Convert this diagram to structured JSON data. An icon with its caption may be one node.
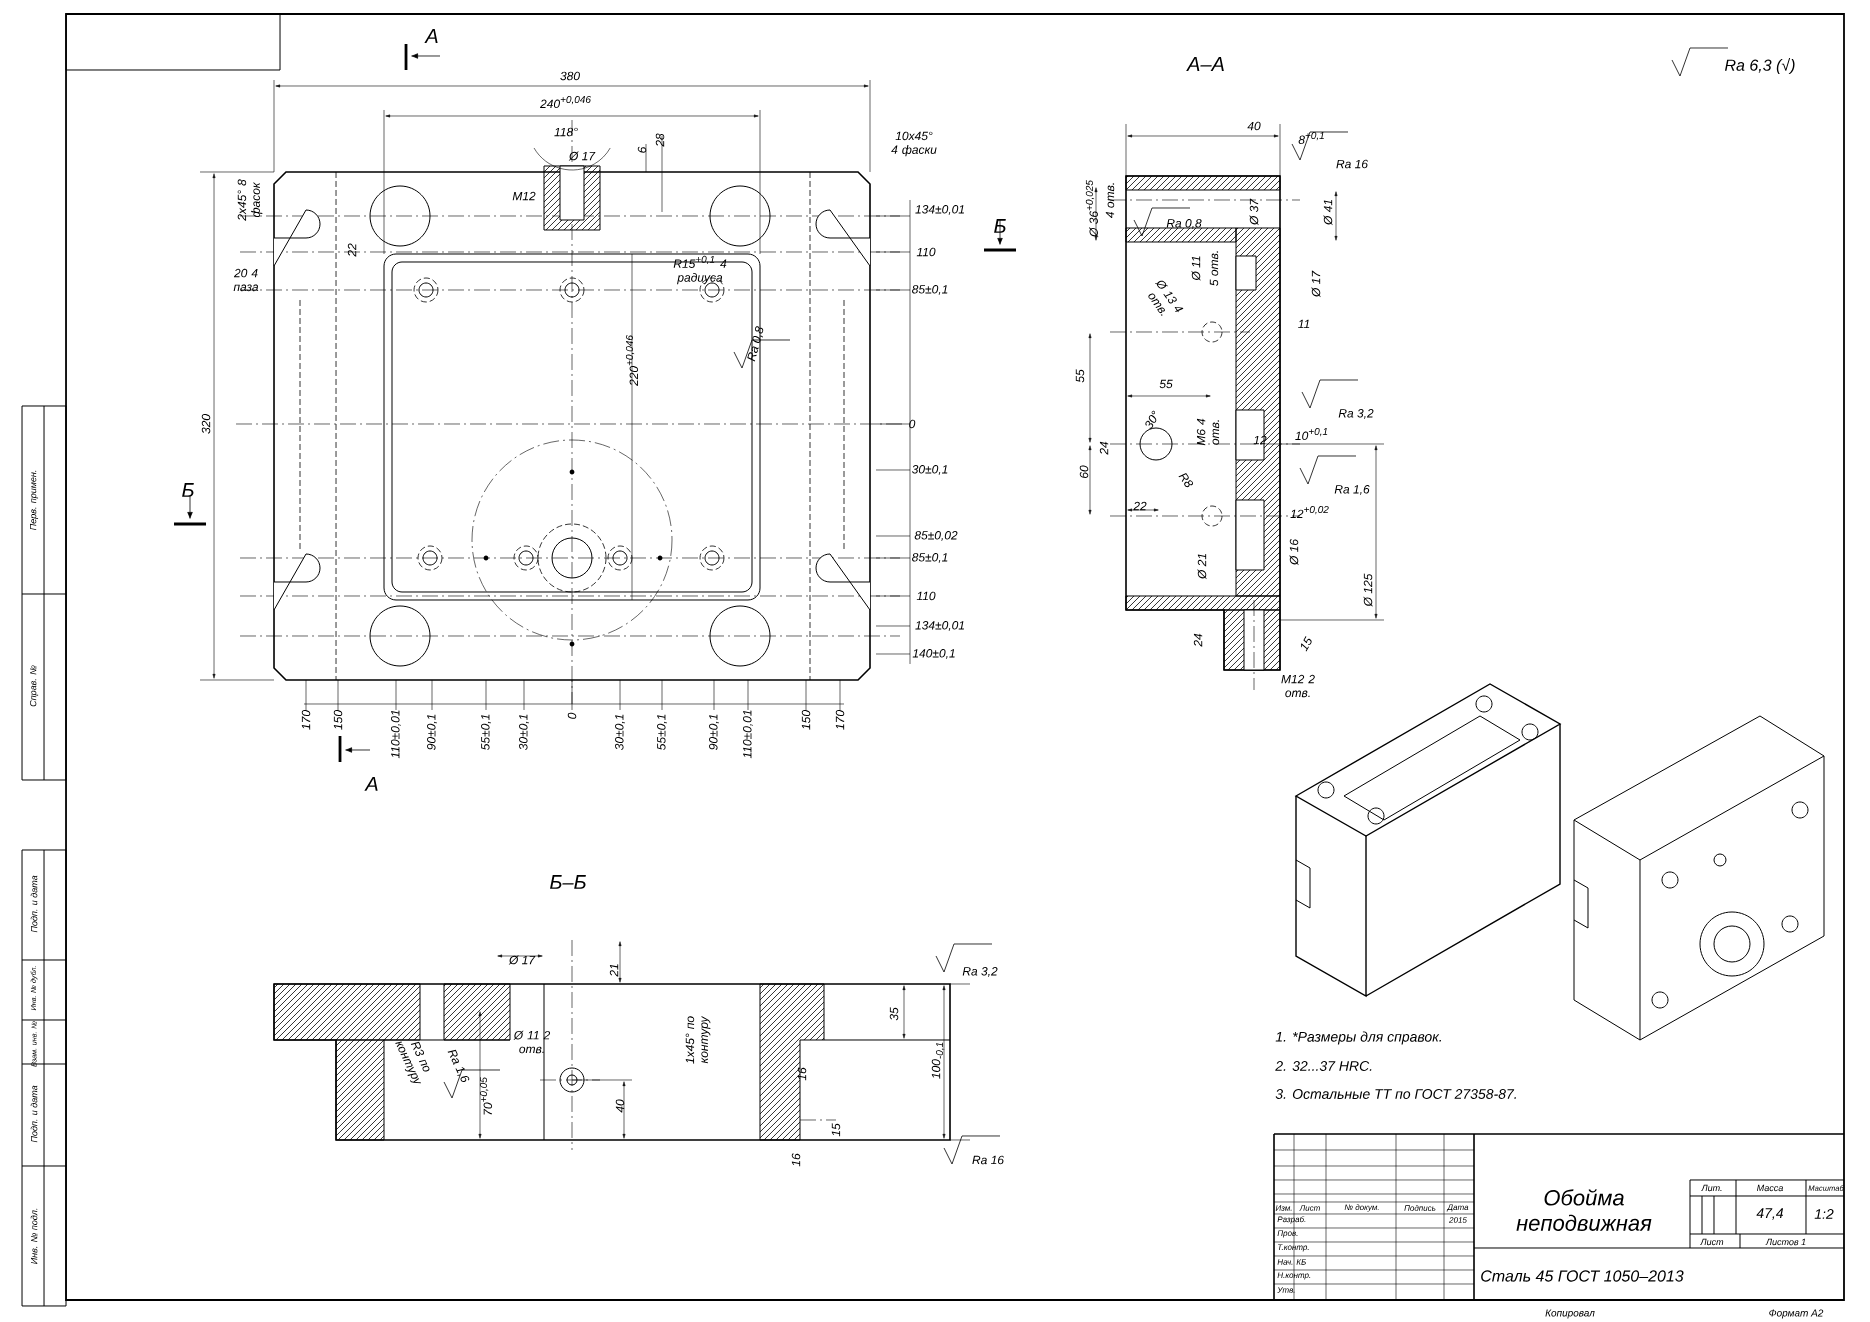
{
  "diagram": {
    "labels": [
      "А",
      "380",
      "240$^{+0,046}$",
      "118°",
      "Ø 17",
      "6",
      "28",
      "10х45° 4 фаски",
      "2х45° 8 фасок",
      "M12",
      "134±0,01",
      "Б",
      "22",
      "20 4 паза",
      "110",
      "R15$^{+0,1}$ 4 радиуса",
      "85±0,1",
      "Ra 0,8",
      "220$^{+0,046}$",
      "320",
      "0",
      "Б",
      "30±0,1",
      "85±0,02",
      "85±0,1",
      "110",
      "134±0,01",
      "140±0,1",
      "170",
      "150",
      "110±0,01",
      "90±0,1",
      "55±0,1",
      "30±0,1",
      "0",
      "30±0,1",
      "55±0,1",
      "90±0,1",
      "110±0,01",
      "150",
      "170",
      "А",
      "А–А",
      "Ra 6,3 (√)",
      "40",
      "8$^{+0,1}$",
      "Ra 16",
      "Ø 36$^{+0,025}$",
      "4 отв.",
      "Ø 37",
      "Ø 41",
      "Ra 0,8",
      "Ø 11",
      "5 отв.",
      "Ø 17",
      "Ø 13 4 отв.",
      "11",
      "55",
      "55",
      "Ra 3,2",
      "30°",
      "M6 4 отв.",
      "12",
      "10$^{+0,1}$",
      "24",
      "R8",
      "60",
      "22",
      "Ra 1,6",
      "12$^{+0,02}$",
      "Ø 21",
      "Ø 16",
      "Ø 125",
      "24",
      "15",
      "M12 2 отв.",
      "Б–Б",
      "Ø 17",
      "21",
      "1х45° по контуру",
      "Ra 3,2",
      "35",
      "100$_{-0,1}$",
      "Ø 11 2 отв.",
      "R3 по контуру",
      "Ra 1,6",
      "70$^{+0,05}$",
      "40",
      "16",
      "15",
      "16",
      "Ra 16",
      "1. *Размеры для справок.",
      "2. 32...37 HRC.",
      "3. Остальные ТТ по ГОСТ 27358-87.",
      "Изм.",
      "Лист",
      "№ докум.",
      "Подпись",
      "Дата",
      "Разраб.",
      "2015",
      "Пров.",
      "Т.контр.",
      "Нач. КБ",
      "Н.контр.",
      "Утв.",
      "Обойма неподвижная",
      "Сталь 45 ГОСТ 1050–2013",
      "Лит.",
      "Масса",
      "Масштаб",
      "47,4",
      "1:2",
      "Лист",
      "Листов 1",
      "Копировал",
      "Формат А2",
      "Перв. примен.",
      "Справ. №",
      "Подп. и дата",
      "Инв. № дубл.",
      "Взам. инв. №",
      "Подп. и дата",
      "Инв. № подл."
    ]
  }
}
